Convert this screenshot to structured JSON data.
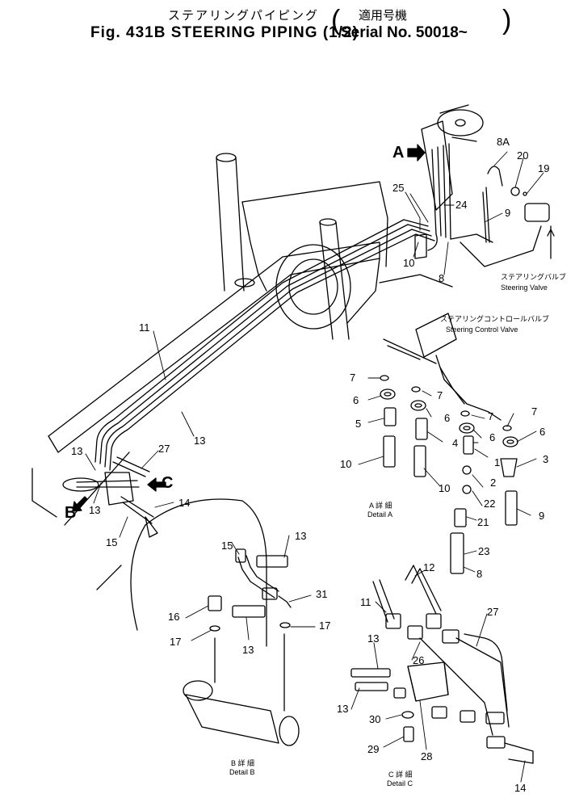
{
  "title": {
    "japanese": "ステアリングパイピング",
    "main": "Fig. 431B  STEERING  PIPING (1/2)",
    "serial_japanese": "適用号機",
    "serial": "Serial  No.  50018~"
  },
  "callouts": {
    "c8A": "8A",
    "c20": "20",
    "c19": "19",
    "c25": "25",
    "c24": "24",
    "c9a": "9",
    "c10a": "10",
    "c8a": "8",
    "c11a": "11",
    "c13a": "13",
    "c27a": "27",
    "c13b": "13",
    "c13c": "13",
    "c14a": "14",
    "c15a": "15",
    "c7a": "7",
    "c7b": "7",
    "c7c": "7",
    "c7d": "7",
    "c6a": "6",
    "c6b": "6",
    "c6c": "6",
    "c6d": "6",
    "c5": "5",
    "c4": "4",
    "c1": "1",
    "c3": "3",
    "c2": "2",
    "c22": "22",
    "c10b": "10",
    "c10c": "10",
    "c9b": "9",
    "c21": "21",
    "c23": "23",
    "c8b": "8",
    "c13d": "13",
    "c15b": "15",
    "c16": "16",
    "c31": "31",
    "c17a": "17",
    "c17b": "17",
    "c13e": "13",
    "c12": "12",
    "c11b": "11",
    "c27b": "27",
    "c13f": "13",
    "c26": "26",
    "c13g": "13",
    "c30": "30",
    "c29": "29",
    "c28": "28",
    "c14b": "14"
  },
  "view_letters": {
    "A": "A",
    "B": "B",
    "C": "C"
  },
  "notes": {
    "steering_valve_jp": "ステアリングバルブ",
    "steering_valve": "Steering Valve",
    "steering_control_valve_jp": "ステアリングコントロールバルブ",
    "steering_control_valve": "Steering Control Valve",
    "detail_a_jp": "A 詳 細",
    "detail_a": "Detail A",
    "detail_b_jp": "B 詳 細",
    "detail_b": "Detail B",
    "detail_c_jp": "C 詳 細",
    "detail_c": "Detail C"
  }
}
